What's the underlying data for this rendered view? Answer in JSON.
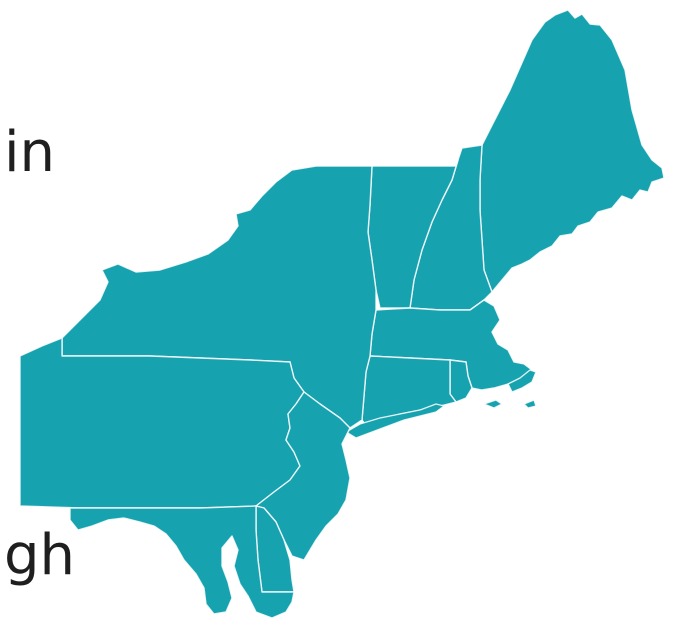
{
  "text_fragments": {
    "top": "in",
    "bottom": "gh"
  },
  "map": {
    "fill_color": "#17a2b0",
    "border_color": "#ffffff",
    "states": [
      "maine",
      "new-hampshire",
      "vermont",
      "massachusetts",
      "rhode-island",
      "connecticut",
      "new-york",
      "long-island",
      "pennsylvania",
      "new-jersey",
      "delaware",
      "maryland"
    ]
  }
}
